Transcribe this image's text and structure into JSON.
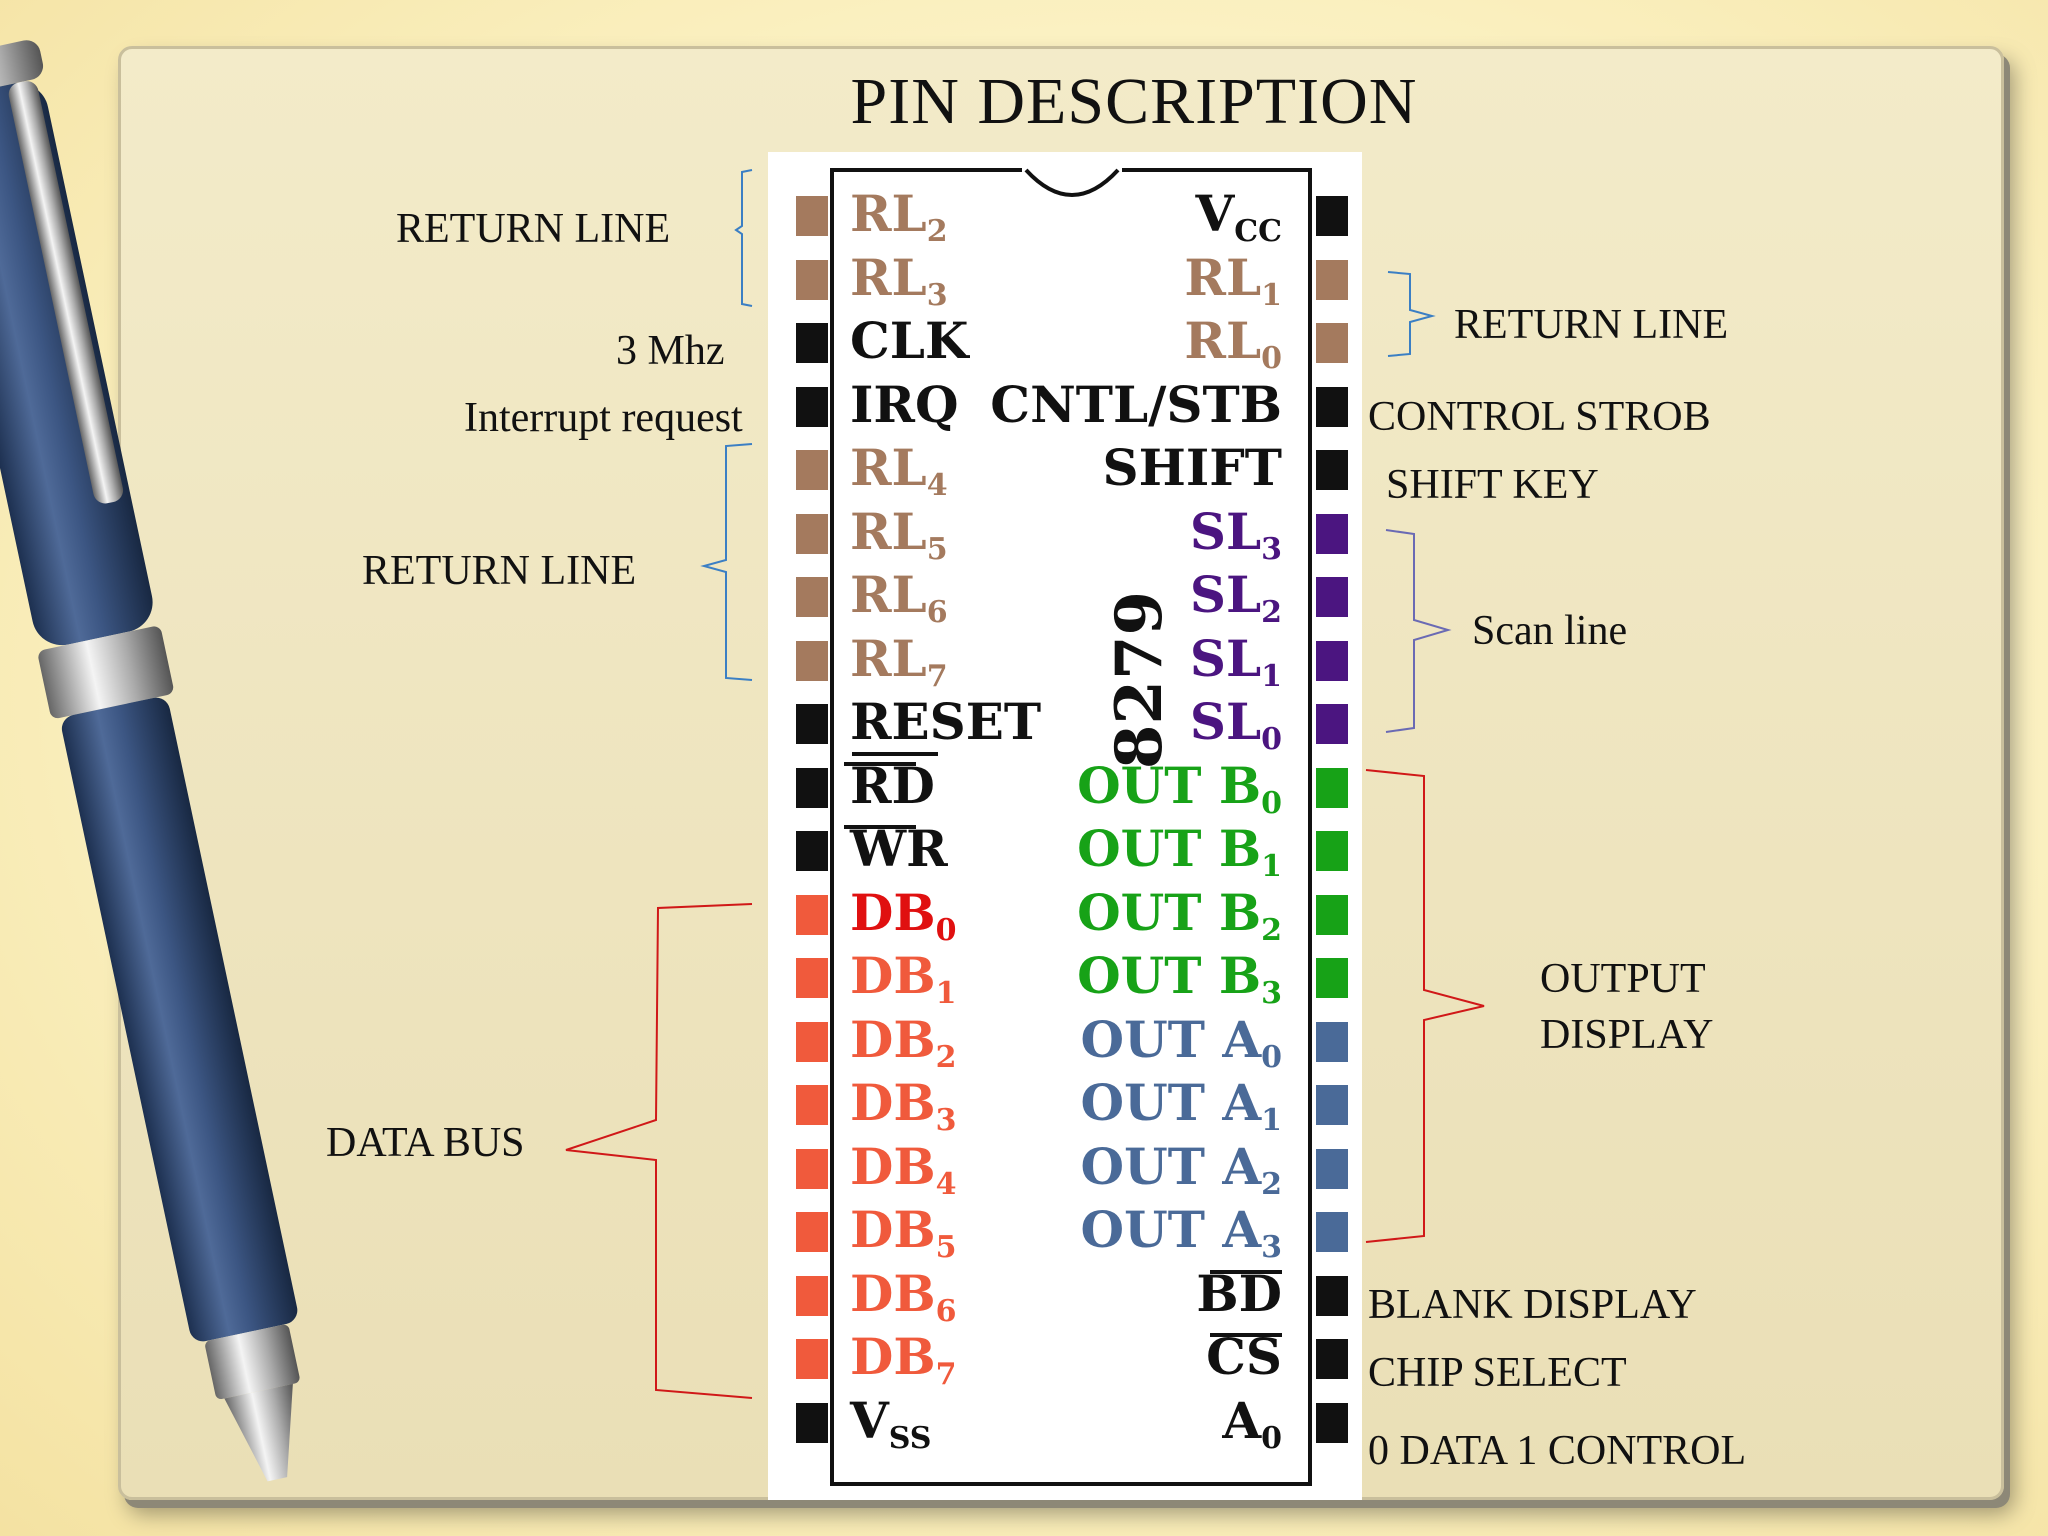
{
  "title": "PIN DESCRIPTION",
  "chip_number": "8279",
  "colors": {
    "return_line": "#a47a5e",
    "control": "#111111",
    "scan_line": "#4b1580",
    "out_b": "#17a217",
    "out_a": "#4a6a98",
    "data_bus": "#f05a3c",
    "db0_text": "#e01010",
    "bracket_blue": "#3b7fc4",
    "bracket_red": "#d01818"
  },
  "left_pins": [
    {
      "name": "RL",
      "sub": "2",
      "group": "return_line"
    },
    {
      "name": "RL",
      "sub": "3",
      "group": "return_line"
    },
    {
      "name": "CLK",
      "sub": "",
      "group": "control"
    },
    {
      "name": "IRQ",
      "sub": "",
      "group": "control"
    },
    {
      "name": "RL",
      "sub": "4",
      "group": "return_line"
    },
    {
      "name": "RL",
      "sub": "5",
      "group": "return_line"
    },
    {
      "name": "RL",
      "sub": "6",
      "group": "return_line"
    },
    {
      "name": "RL",
      "sub": "7",
      "group": "return_line"
    },
    {
      "name": "RESET",
      "sub": "",
      "group": "control"
    },
    {
      "name": "RD",
      "sub": "",
      "group": "control",
      "overline": true
    },
    {
      "name": "WR",
      "sub": "",
      "group": "control",
      "overline": true
    },
    {
      "name": "DB",
      "sub": "0",
      "group": "data_bus"
    },
    {
      "name": "DB",
      "sub": "1",
      "group": "data_bus"
    },
    {
      "name": "DB",
      "sub": "2",
      "group": "data_bus"
    },
    {
      "name": "DB",
      "sub": "3",
      "group": "data_bus"
    },
    {
      "name": "DB",
      "sub": "4",
      "group": "data_bus"
    },
    {
      "name": "DB",
      "sub": "5",
      "group": "data_bus"
    },
    {
      "name": "DB",
      "sub": "6",
      "group": "data_bus"
    },
    {
      "name": "DB",
      "sub": "7",
      "group": "data_bus"
    },
    {
      "name": "V",
      "sub": "SS",
      "group": "control"
    }
  ],
  "right_pins": [
    {
      "name": "V",
      "sub": "CC",
      "group": "control"
    },
    {
      "name": "RL",
      "sub": "1",
      "group": "return_line"
    },
    {
      "name": "RL",
      "sub": "0",
      "group": "return_line"
    },
    {
      "name": "CNTL/STB",
      "sub": "",
      "group": "control"
    },
    {
      "name": "SHIFT",
      "sub": "",
      "group": "control"
    },
    {
      "name": "SL",
      "sub": "3",
      "group": "scan_line"
    },
    {
      "name": "SL",
      "sub": "2",
      "group": "scan_line"
    },
    {
      "name": "SL",
      "sub": "1",
      "group": "scan_line"
    },
    {
      "name": "SL",
      "sub": "0",
      "group": "scan_line"
    },
    {
      "name": "OUT B",
      "sub": "0",
      "group": "out_b"
    },
    {
      "name": "OUT B",
      "sub": "1",
      "group": "out_b"
    },
    {
      "name": "OUT B",
      "sub": "2",
      "group": "out_b"
    },
    {
      "name": "OUT B",
      "sub": "3",
      "group": "out_b"
    },
    {
      "name": "OUT A",
      "sub": "0",
      "group": "out_a"
    },
    {
      "name": "OUT A",
      "sub": "1",
      "group": "out_a"
    },
    {
      "name": "OUT A",
      "sub": "2",
      "group": "out_a"
    },
    {
      "name": "OUT A",
      "sub": "3",
      "group": "out_a"
    },
    {
      "name": "BD",
      "sub": "",
      "group": "control",
      "overline": true
    },
    {
      "name": "CS",
      "sub": "",
      "group": "control",
      "overline": true
    },
    {
      "name": "A",
      "sub": "0",
      "group": "control"
    }
  ],
  "labels": {
    "return_line_top_left": "RETURN LINE",
    "clock": "3 Mhz",
    "interrupt": "Interrupt request",
    "return_line_mid_left": "RETURN LINE",
    "data_bus": "DATA BUS",
    "return_line_right": "RETURN LINE",
    "control_strobe": "CONTROL STROB",
    "shift_key": "SHIFT KEY",
    "scan_line": "Scan line",
    "output_display_1": "OUTPUT",
    "output_display_2": "DISPLAY",
    "blank_display": "BLANK DISPLAY",
    "chip_select": "CHIP SELECT",
    "a0_function": "0 DATA 1 CONTROL"
  }
}
